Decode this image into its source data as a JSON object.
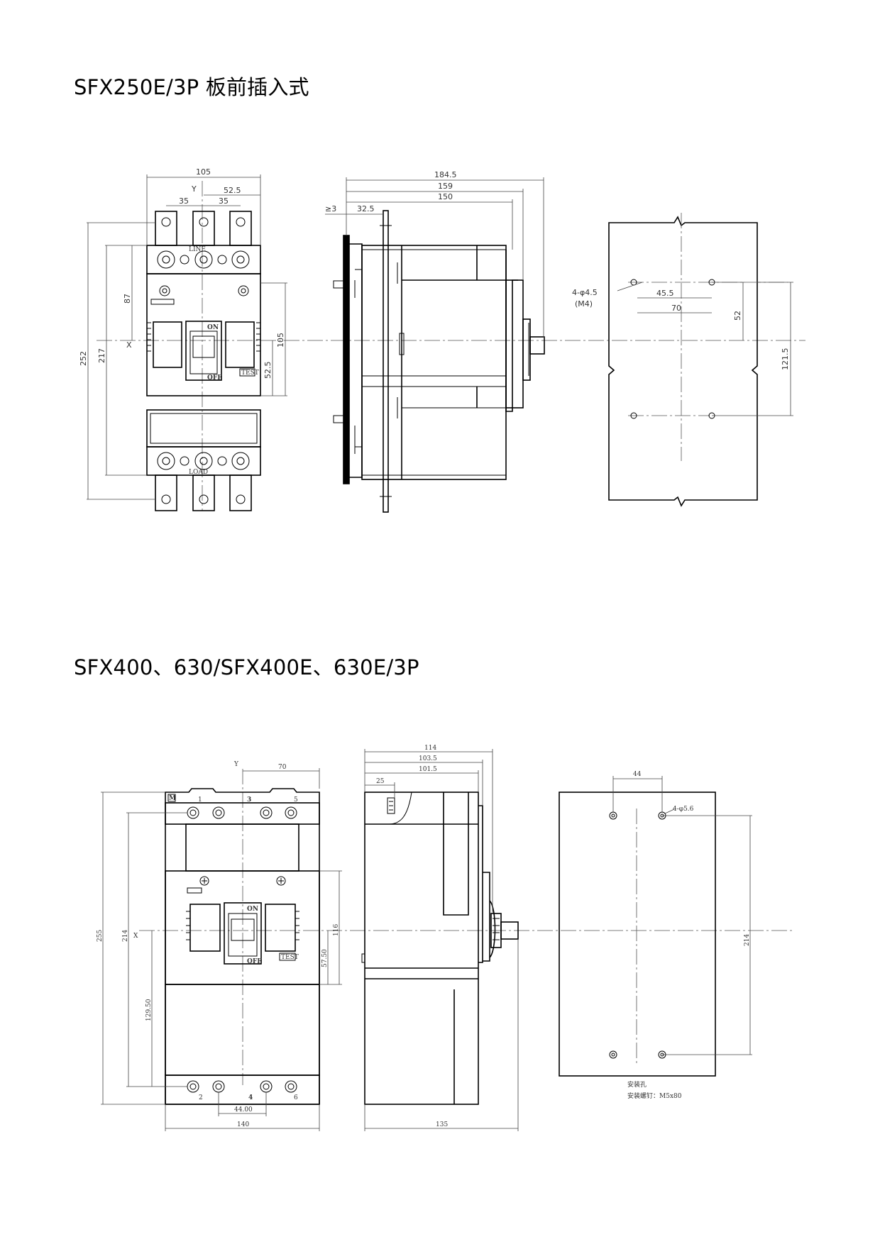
{
  "section1": {
    "title": "SFX250E/3P 板前插入式",
    "front": {
      "dim_width": "105",
      "dim_y": "Y",
      "dim_half": "52.5",
      "dim_pitch1": "35",
      "dim_pitch2": "35",
      "dim_total": "252",
      "dim_inner": "217",
      "dim_upper": "87",
      "dim_x": "X",
      "dim_right_outer": "105",
      "dim_right_inner": "52.5",
      "label_line": "LINE",
      "label_load": "LOAD",
      "label_on": "ON",
      "label_off": "OFF",
      "label_test": "TEST"
    },
    "side": {
      "dim_1": "184.5",
      "dim_2": "159",
      "dim_3": "150",
      "dim_4": "≥3",
      "dim_5": "32.5"
    },
    "hole": {
      "label_holes": "4-φ4.5",
      "label_screw": "(M4)",
      "dim_1": "45.5",
      "dim_2": "70",
      "dim_3": "52",
      "dim_4": "121.5"
    }
  },
  "section2": {
    "title": "SFX400、630/SFX400E、630E/3P",
    "front": {
      "dim_y": "Y",
      "dim_half": "70",
      "dim_total": "255",
      "dim_inner": "214",
      "dim_x": "X",
      "dim_lower": "129.50",
      "dim_right_outer": "116",
      "dim_right_inner": "57.50",
      "dim_bottom_inner": "44.00",
      "dim_bottom": "140",
      "term_1": "1",
      "term_3": "3",
      "term_5": "5",
      "term_2": "2",
      "term_4": "4",
      "term_6": "6",
      "label_m": "M",
      "label_on": "ON",
      "label_off": "OFF",
      "label_test": "TEST"
    },
    "side": {
      "dim_1": "114",
      "dim_2": "103.5",
      "dim_3": "101.5",
      "dim_4": "25",
      "dim_bottom": "135"
    },
    "hole": {
      "dim_top": "44",
      "label_holes": "4-φ5.6",
      "dim_right": "214",
      "note_1": "安装孔",
      "note_2": "安装螺钉：M5x80"
    }
  }
}
